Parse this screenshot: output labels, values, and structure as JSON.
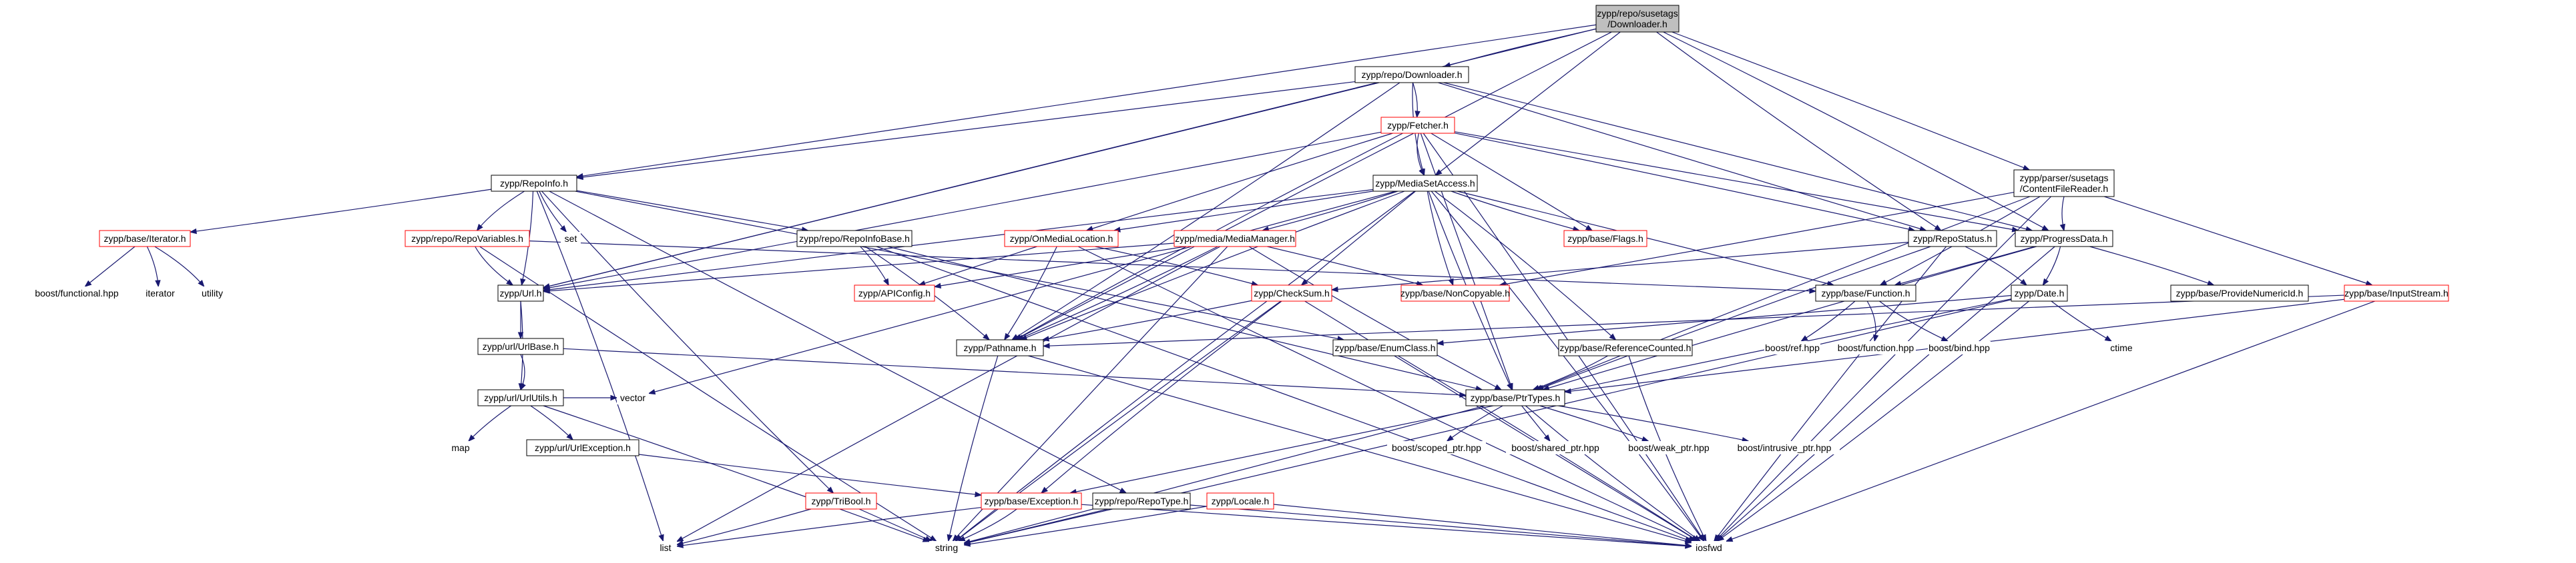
{
  "diagram": {
    "nodes": {
      "root": {
        "lines": [
          "zypp/repo/susetags",
          "/Downloader.h"
        ],
        "style": "root"
      },
      "downloader": {
        "lines": [
          "zypp/repo/Downloader.h"
        ],
        "style": "normal"
      },
      "fetcher": {
        "lines": [
          "zypp/Fetcher.h"
        ],
        "style": "red"
      },
      "repoinfo": {
        "lines": [
          "zypp/RepoInfo.h"
        ],
        "style": "normal"
      },
      "mediasetaccess": {
        "lines": [
          "zypp/MediaSetAccess.h"
        ],
        "style": "normal"
      },
      "contentfilereader": {
        "lines": [
          "zypp/parser/susetags",
          "/ContentFileReader.h"
        ],
        "style": "normal"
      },
      "iterator": {
        "lines": [
          "zypp/base/Iterator.h"
        ],
        "style": "red"
      },
      "repovariables": {
        "lines": [
          "zypp/repo/RepoVariables.h"
        ],
        "style": "red"
      },
      "set": {
        "lines": [
          "set"
        ],
        "style": "plain"
      },
      "repoinfobase": {
        "lines": [
          "zypp/repo/RepoInfoBase.h"
        ],
        "style": "normal"
      },
      "onmedialocation": {
        "lines": [
          "zypp/OnMediaLocation.h"
        ],
        "style": "red"
      },
      "mediamanager": {
        "lines": [
          "zypp/media/MediaManager.h"
        ],
        "style": "red"
      },
      "flags": {
        "lines": [
          "zypp/base/Flags.h"
        ],
        "style": "red"
      },
      "repostatus": {
        "lines": [
          "zypp/RepoStatus.h"
        ],
        "style": "normal"
      },
      "progressdata": {
        "lines": [
          "zypp/ProgressData.h"
        ],
        "style": "normal"
      },
      "boostfunctional": {
        "lines": [
          "boost/functional.hpp"
        ],
        "style": "plain"
      },
      "iteratorstd": {
        "lines": [
          "iterator"
        ],
        "style": "plain"
      },
      "utility": {
        "lines": [
          "utility"
        ],
        "style": "plain"
      },
      "url": {
        "lines": [
          "zypp/Url.h"
        ],
        "style": "normal"
      },
      "apiconfig": {
        "lines": [
          "zypp/APIConfig.h"
        ],
        "style": "red"
      },
      "checksum": {
        "lines": [
          "zypp/CheckSum.h"
        ],
        "style": "red"
      },
      "noncopyable": {
        "lines": [
          "zypp/base/NonCopyable.h"
        ],
        "style": "red"
      },
      "function": {
        "lines": [
          "zypp/base/Function.h"
        ],
        "style": "normal"
      },
      "date": {
        "lines": [
          "zypp/Date.h"
        ],
        "style": "normal"
      },
      "providenumericid": {
        "lines": [
          "zypp/base/ProvideNumericId.h"
        ],
        "style": "normal"
      },
      "inputstream": {
        "lines": [
          "zypp/base/InputStream.h"
        ],
        "style": "red"
      },
      "urlbase": {
        "lines": [
          "zypp/url/UrlBase.h"
        ],
        "style": "normal"
      },
      "pathname": {
        "lines": [
          "zypp/Pathname.h"
        ],
        "style": "normal"
      },
      "enumclass": {
        "lines": [
          "zypp/base/EnumClass.h"
        ],
        "style": "normal"
      },
      "referencecounted": {
        "lines": [
          "zypp/base/ReferenceCounted.h"
        ],
        "style": "normal"
      },
      "boostref": {
        "lines": [
          "boost/ref.hpp"
        ],
        "style": "plain"
      },
      "boostfunction": {
        "lines": [
          "boost/function.hpp"
        ],
        "style": "plain"
      },
      "boostbind": {
        "lines": [
          "boost/bind.hpp"
        ],
        "style": "plain"
      },
      "ctime": {
        "lines": [
          "ctime"
        ],
        "style": "plain"
      },
      "urlutils": {
        "lines": [
          "zypp/url/UrlUtils.h"
        ],
        "style": "normal"
      },
      "vector": {
        "lines": [
          "vector"
        ],
        "style": "plain"
      },
      "ptrtypes": {
        "lines": [
          "zypp/base/PtrTypes.h"
        ],
        "style": "normal"
      },
      "map": {
        "lines": [
          "map"
        ],
        "style": "plain"
      },
      "urlexception": {
        "lines": [
          "zypp/url/UrlException.h"
        ],
        "style": "normal"
      },
      "boostscoped": {
        "lines": [
          "boost/scoped_ptr.hpp"
        ],
        "style": "plain"
      },
      "boostshared": {
        "lines": [
          "boost/shared_ptr.hpp"
        ],
        "style": "plain"
      },
      "boostweak": {
        "lines": [
          "boost/weak_ptr.hpp"
        ],
        "style": "plain"
      },
      "boostintrusive": {
        "lines": [
          "boost/intrusive_ptr.hpp"
        ],
        "style": "plain"
      },
      "tribool": {
        "lines": [
          "zypp/TriBool.h"
        ],
        "style": "red"
      },
      "exception": {
        "lines": [
          "zypp/base/Exception.h"
        ],
        "style": "red"
      },
      "repotype": {
        "lines": [
          "zypp/repo/RepoType.h"
        ],
        "style": "normal"
      },
      "locale": {
        "lines": [
          "zypp/Locale.h"
        ],
        "style": "red"
      },
      "list": {
        "lines": [
          "list"
        ],
        "style": "plain"
      },
      "string": {
        "lines": [
          "string"
        ],
        "style": "plain"
      },
      "iosfwd": {
        "lines": [
          "iosfwd"
        ],
        "style": "plain"
      }
    },
    "edges": [
      [
        "root",
        "downloader"
      ],
      [
        "root",
        "repoinfo"
      ],
      [
        "root",
        "mediasetaccess"
      ],
      [
        "root",
        "contentfilereader"
      ],
      [
        "root",
        "progressdata"
      ],
      [
        "root",
        "repostatus"
      ],
      [
        "root",
        "pathname"
      ],
      [
        "root",
        "url"
      ],
      [
        "downloader",
        "fetcher"
      ],
      [
        "downloader",
        "repoinfo"
      ],
      [
        "downloader",
        "mediasetaccess"
      ],
      [
        "downloader",
        "repostatus"
      ],
      [
        "downloader",
        "progressdata"
      ],
      [
        "downloader",
        "url"
      ],
      [
        "downloader",
        "pathname"
      ],
      [
        "fetcher",
        "mediasetaccess"
      ],
      [
        "fetcher",
        "onmedialocation"
      ],
      [
        "fetcher",
        "flags"
      ],
      [
        "fetcher",
        "progressdata"
      ],
      [
        "fetcher",
        "repostatus"
      ],
      [
        "fetcher",
        "pathname"
      ],
      [
        "fetcher",
        "url"
      ],
      [
        "fetcher",
        "ptrtypes"
      ],
      [
        "fetcher",
        "iosfwd"
      ],
      [
        "repoinfo",
        "iterator"
      ],
      [
        "repoinfo",
        "repovariables"
      ],
      [
        "repoinfo",
        "set"
      ],
      [
        "repoinfo",
        "repoinfobase"
      ],
      [
        "repoinfo",
        "url"
      ],
      [
        "repoinfo",
        "list"
      ],
      [
        "repoinfo",
        "tribool"
      ],
      [
        "repoinfo",
        "repotype"
      ],
      [
        "repoinfo",
        "enumclass"
      ],
      [
        "mediasetaccess",
        "onmedialocation"
      ],
      [
        "mediasetaccess",
        "mediamanager"
      ],
      [
        "mediasetaccess",
        "flags"
      ],
      [
        "mediasetaccess",
        "noncopyable"
      ],
      [
        "mediasetaccess",
        "checksum"
      ],
      [
        "mediasetaccess",
        "function"
      ],
      [
        "mediasetaccess",
        "referencecounted"
      ],
      [
        "mediasetaccess",
        "pathname"
      ],
      [
        "mediasetaccess",
        "ptrtypes"
      ],
      [
        "mediasetaccess",
        "url"
      ],
      [
        "mediasetaccess",
        "vector"
      ],
      [
        "mediasetaccess",
        "iosfwd"
      ],
      [
        "mediasetaccess",
        "string"
      ],
      [
        "contentfilereader",
        "progressdata"
      ],
      [
        "contentfilereader",
        "inputstream"
      ],
      [
        "contentfilereader",
        "function"
      ],
      [
        "contentfilereader",
        "noncopyable"
      ],
      [
        "contentfilereader",
        "ptrtypes"
      ],
      [
        "contentfilereader",
        "iosfwd"
      ],
      [
        "iterator",
        "boostfunctional"
      ],
      [
        "iterator",
        "iteratorstd"
      ],
      [
        "iterator",
        "utility"
      ],
      [
        "repovariables",
        "url"
      ],
      [
        "repovariables",
        "string"
      ],
      [
        "repovariables",
        "function"
      ],
      [
        "repoinfobase",
        "apiconfig"
      ],
      [
        "repoinfobase",
        "pathname"
      ],
      [
        "repoinfobase",
        "ptrtypes"
      ],
      [
        "repoinfobase",
        "iosfwd"
      ],
      [
        "onmedialocation",
        "apiconfig"
      ],
      [
        "onmedialocation",
        "pathname"
      ],
      [
        "onmedialocation",
        "checksum"
      ],
      [
        "onmedialocation",
        "iosfwd"
      ],
      [
        "mediamanager",
        "url"
      ],
      [
        "mediamanager",
        "apiconfig"
      ],
      [
        "mediamanager",
        "noncopyable"
      ],
      [
        "mediamanager",
        "pathname"
      ],
      [
        "mediamanager",
        "ptrtypes"
      ],
      [
        "mediamanager",
        "list"
      ],
      [
        "mediamanager",
        "string"
      ],
      [
        "repostatus",
        "checksum"
      ],
      [
        "repostatus",
        "date"
      ],
      [
        "repostatus",
        "ptrtypes"
      ],
      [
        "repostatus",
        "iosfwd"
      ],
      [
        "progressdata",
        "function"
      ],
      [
        "progressdata",
        "date"
      ],
      [
        "progressdata",
        "providenumericid"
      ],
      [
        "progressdata",
        "ptrtypes"
      ],
      [
        "progressdata",
        "iosfwd"
      ],
      [
        "url",
        "urlbase"
      ],
      [
        "url",
        "urlutils"
      ],
      [
        "checksum",
        "pathname"
      ],
      [
        "checksum",
        "exception"
      ],
      [
        "checksum",
        "string"
      ],
      [
        "checksum",
        "iosfwd"
      ],
      [
        "function",
        "boostref"
      ],
      [
        "function",
        "boostfunction"
      ],
      [
        "function",
        "boostbind"
      ],
      [
        "date",
        "ctime"
      ],
      [
        "date",
        "exception"
      ],
      [
        "date",
        "enumclass"
      ],
      [
        "date",
        "iosfwd"
      ],
      [
        "date",
        "string"
      ],
      [
        "inputstream",
        "pathname"
      ],
      [
        "inputstream",
        "ptrtypes"
      ],
      [
        "inputstream",
        "iosfwd"
      ],
      [
        "urlbase",
        "urlutils"
      ],
      [
        "urlbase",
        "ptrtypes"
      ],
      [
        "pathname",
        "string"
      ],
      [
        "pathname",
        "iosfwd"
      ],
      [
        "enumclass",
        "iosfwd"
      ],
      [
        "referencecounted",
        "ptrtypes"
      ],
      [
        "referencecounted",
        "iosfwd"
      ],
      [
        "urlutils",
        "map"
      ],
      [
        "urlutils",
        "vector"
      ],
      [
        "urlutils",
        "urlexception"
      ],
      [
        "urlutils",
        "string"
      ],
      [
        "urlexception",
        "exception"
      ],
      [
        "ptrtypes",
        "boostscoped"
      ],
      [
        "ptrtypes",
        "boostshared"
      ],
      [
        "ptrtypes",
        "boostweak"
      ],
      [
        "ptrtypes",
        "boostintrusive"
      ],
      [
        "ptrtypes",
        "iosfwd"
      ],
      [
        "ptrtypes",
        "string"
      ],
      [
        "tribool",
        "string"
      ],
      [
        "tribool",
        "list"
      ],
      [
        "exception",
        "string"
      ],
      [
        "exception",
        "list"
      ],
      [
        "exception",
        "iosfwd"
      ],
      [
        "repotype",
        "string"
      ],
      [
        "repotype",
        "iosfwd"
      ],
      [
        "locale",
        "string"
      ],
      [
        "locale",
        "iosfwd"
      ]
    ]
  }
}
